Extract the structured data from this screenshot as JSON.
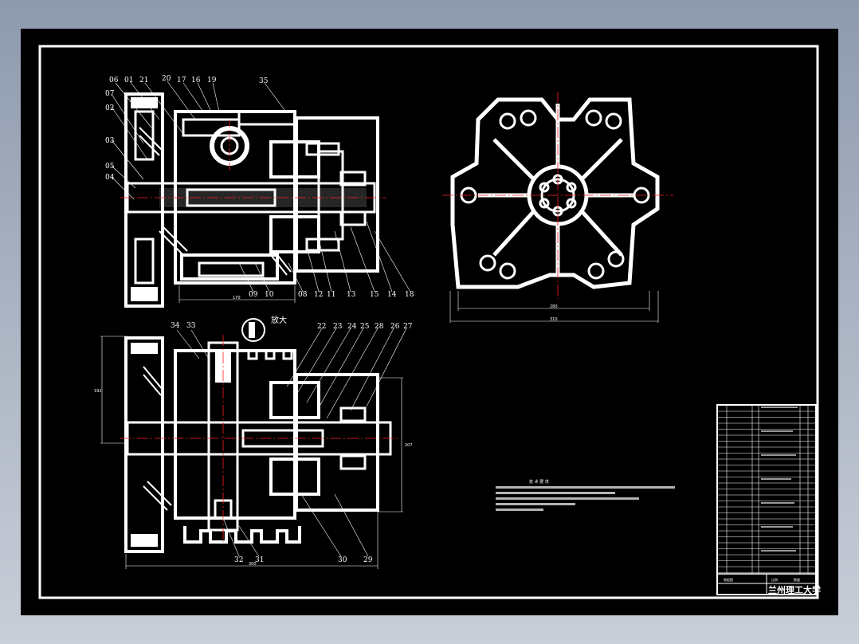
{
  "drawing": {
    "view1_balloons": [
      "06",
      "01",
      "21",
      "20",
      "17",
      "16",
      "19",
      "35",
      "07",
      "02",
      "03",
      "05",
      "04",
      "09",
      "10",
      "08",
      "12",
      "11",
      "13",
      "15",
      "14",
      "18"
    ],
    "view1_dimension": "170",
    "view2_dimension": "280",
    "view2_dimension2": "310",
    "view3_balloons": [
      "34",
      "33",
      "22",
      "23",
      "24",
      "25",
      "28",
      "26",
      "27",
      "32",
      "31",
      "30",
      "29"
    ],
    "view3_dim_left": "192",
    "view3_dim_right": "207",
    "view3_dim_bottom": "300",
    "detail_label": "放大",
    "notes_title": "技 术 要 求",
    "title_block": {
      "org": "兰州理工大学",
      "row_a": "装配图",
      "row_b": "比例",
      "row_c": "数量"
    }
  },
  "colors": {
    "background": "#000000",
    "line": "#ffffff",
    "center": "#ff2020",
    "accent": "#ff2020"
  }
}
